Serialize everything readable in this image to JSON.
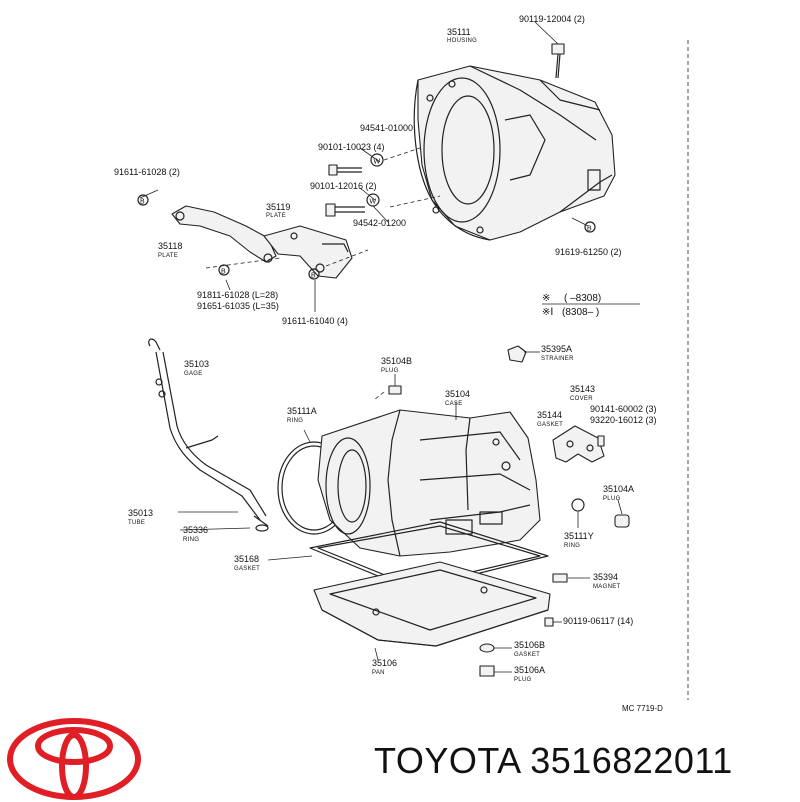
{
  "labels": [
    {
      "id": "35111",
      "pn": "35111",
      "name": "HOUSING"
    },
    {
      "id": "90119-12004",
      "pn": "90119-12004 (2)",
      "name": ""
    },
    {
      "id": "94541-01000",
      "pn": "94541-01000",
      "name": ""
    },
    {
      "id": "90101-10023",
      "pn": "90101-10023 (4)",
      "name": ""
    },
    {
      "id": "91611-61028",
      "pn": "91611-61028 (2)",
      "name": ""
    },
    {
      "id": "90101-12016",
      "pn": "90101-12016 (2)",
      "name": ""
    },
    {
      "id": "94542-01200",
      "pn": "94542-01200",
      "name": ""
    },
    {
      "id": "35119",
      "pn": "35119",
      "name": "PLATE"
    },
    {
      "id": "35118",
      "pn": "35118",
      "name": "PLATE"
    },
    {
      "id": "91811-61028",
      "pn": "91811-61028 (L=28)",
      "name": ""
    },
    {
      "id": "91651-61035",
      "pn": "91651-61035 (L=35)",
      "name": ""
    },
    {
      "id": "91611-61040",
      "pn": "91611-61040 (4)",
      "name": ""
    },
    {
      "id": "91619-61250",
      "pn": "91619-61250 (2)",
      "name": ""
    },
    {
      "id": "35103",
      "pn": "35103",
      "name": "GAGE"
    },
    {
      "id": "35104B",
      "pn": "35104B",
      "name": "PLUG"
    },
    {
      "id": "35395A",
      "pn": "35395A",
      "name": "STRAINER"
    },
    {
      "id": "35143",
      "pn": "35143",
      "name": "COVER"
    },
    {
      "id": "90141-60002",
      "pn": "90141-60002 (3)",
      "name": ""
    },
    {
      "id": "93220-16012",
      "pn": "93220-16012 (3)",
      "name": ""
    },
    {
      "id": "35111A",
      "pn": "35111A",
      "name": "RING"
    },
    {
      "id": "35104",
      "pn": "35104",
      "name": "CASE"
    },
    {
      "id": "35144",
      "pn": "35144",
      "name": "GASKET"
    },
    {
      "id": "35104A",
      "pn": "35104A",
      "name": "PLUG"
    },
    {
      "id": "35013",
      "pn": "35013",
      "name": "TUBE"
    },
    {
      "id": "35336",
      "pn": "35336",
      "name": "RING"
    },
    {
      "id": "35111Y",
      "pn": "35111Y",
      "name": "RING"
    },
    {
      "id": "35168",
      "pn": "35168",
      "name": "GASKET"
    },
    {
      "id": "35394",
      "pn": "35394",
      "name": "MAGNET"
    },
    {
      "id": "90119-06117",
      "pn": "90119-06117 (14)",
      "name": ""
    },
    {
      "id": "35106B",
      "pn": "35106B",
      "name": "GASKET"
    },
    {
      "id": "35106",
      "pn": "35106",
      "name": "PAN"
    },
    {
      "id": "35106A",
      "pn": "35106A",
      "name": "PLUG"
    }
  ],
  "legend": {
    "line1_mark": "※",
    "line1_text": "(      –8308)",
    "line2_mark": "※Ⅰ",
    "line2_text": "(8308–         )"
  },
  "callout_letters": {
    "b": "B",
    "w": "W"
  },
  "code": "MC  7719-D",
  "brand_text": "TOYOTA 3516822011",
  "colors": {
    "logo": "#e01e25",
    "ink": "#111111",
    "background": "#ffffff"
  }
}
